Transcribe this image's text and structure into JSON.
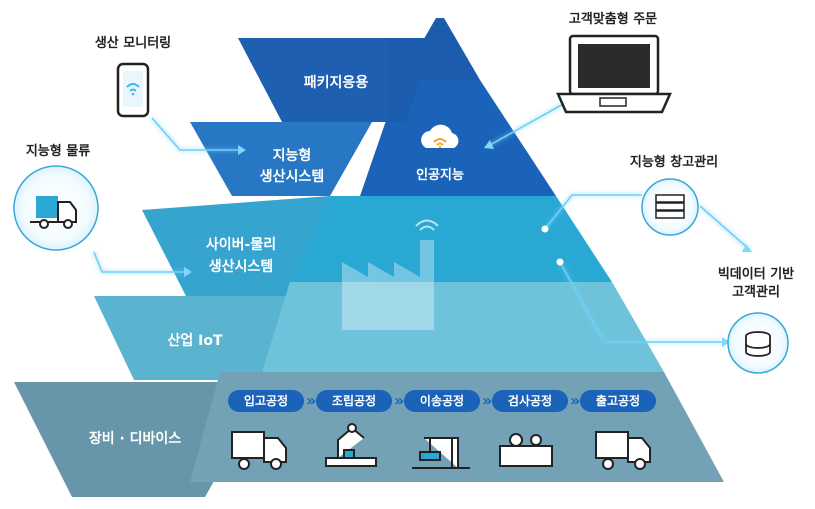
{
  "layers": {
    "package_app": "패키지응용",
    "smart_production_1": "지능형",
    "smart_production_2": "생산시스템",
    "ai": "인공지능",
    "cps_1": "사이버-물리",
    "cps_2": "생산시스템",
    "iiot": "산업 IoT",
    "devices": "장비 · 디바이스"
  },
  "external": {
    "production_monitoring": "생산 모니터링",
    "smart_logistics": "지능형 물류",
    "custom_order": "고객맞춤형 주문",
    "smart_warehouse": "지능형 창고관리",
    "bigdata_1": "빅데이터 기반",
    "bigdata_2": "고객관리"
  },
  "processes": [
    "입고공정",
    "조립공정",
    "이송공정",
    "검사공정",
    "출고공정"
  ],
  "colors": {
    "dark_blue": "#1a63b8",
    "mid_blue": "#2a8bd0",
    "cyan": "#29a8d4",
    "light_blue": "#6ec3db",
    "slate": "#6a9bb3",
    "glow": "#7fd8ff"
  }
}
